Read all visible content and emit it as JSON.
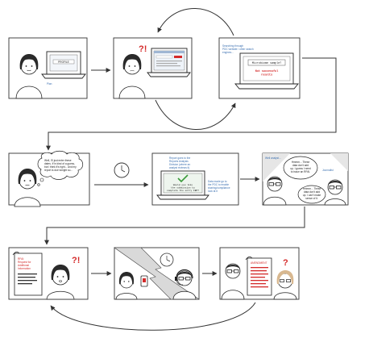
{
  "colors": {
    "line": "#333333",
    "blue_text": "#3a6fb0",
    "red_accent": "#d42a2a",
    "green_check": "#3a9a3a",
    "hair": "#2a2a2a",
    "skin": "#ffffff",
    "screen_tint": "#e8eef6"
  },
  "panel1": {
    "laptop_screen_text": "PROFILE",
    "blue_note": "Plan"
  },
  "panel2": {
    "exclamation": "?!"
  },
  "panel3": {
    "blue_note_lines": [
      "Searching through",
      "PDC website / other search",
      "engines..."
    ],
    "search_box_text": "Microbiome sample?",
    "result_text_line1": "Not successful",
    "result_text_line2": "results"
  },
  "panel4": {
    "thought_lines": [
      "Well, I'll just enter these",
      "dates. If in kind of a guess,",
      "but I think it's right... And my",
      "report is due tonight so..."
    ]
  },
  "panel5": {
    "blue_note_lines": [
      "Report goes to the",
      "Reports Analysis",
      "Division (where an",
      "analyst reviews it)"
    ],
    "blue_note2_lines": [
      "Data made go to",
      "the PDC to enable",
      "sharing/compliance",
      "look at it"
    ],
    "screen_text_lines": [
      "Would you like",
      "the submission to",
      "complete the entry FBP?"
    ]
  },
  "panel6": {
    "label_left": "Well analyst...",
    "label_right": "Journalist",
    "bubble1_lines": [
      "Hmmm... These",
      "data don't add",
      "up. I guess I need",
      "to issue an RFAI."
    ],
    "bubble2_lines": [
      "Hmmm... These",
      "data don't add",
      "up. I can't make",
      "sense of it."
    ]
  },
  "panel7": {
    "doc_title_lines": [
      "RFAI:",
      "Request for",
      "Additional",
      "Information"
    ],
    "exclamation": "?!"
  },
  "panel8": {},
  "panel9": {
    "doc_title": "AMENDMENT",
    "question": "?"
  }
}
